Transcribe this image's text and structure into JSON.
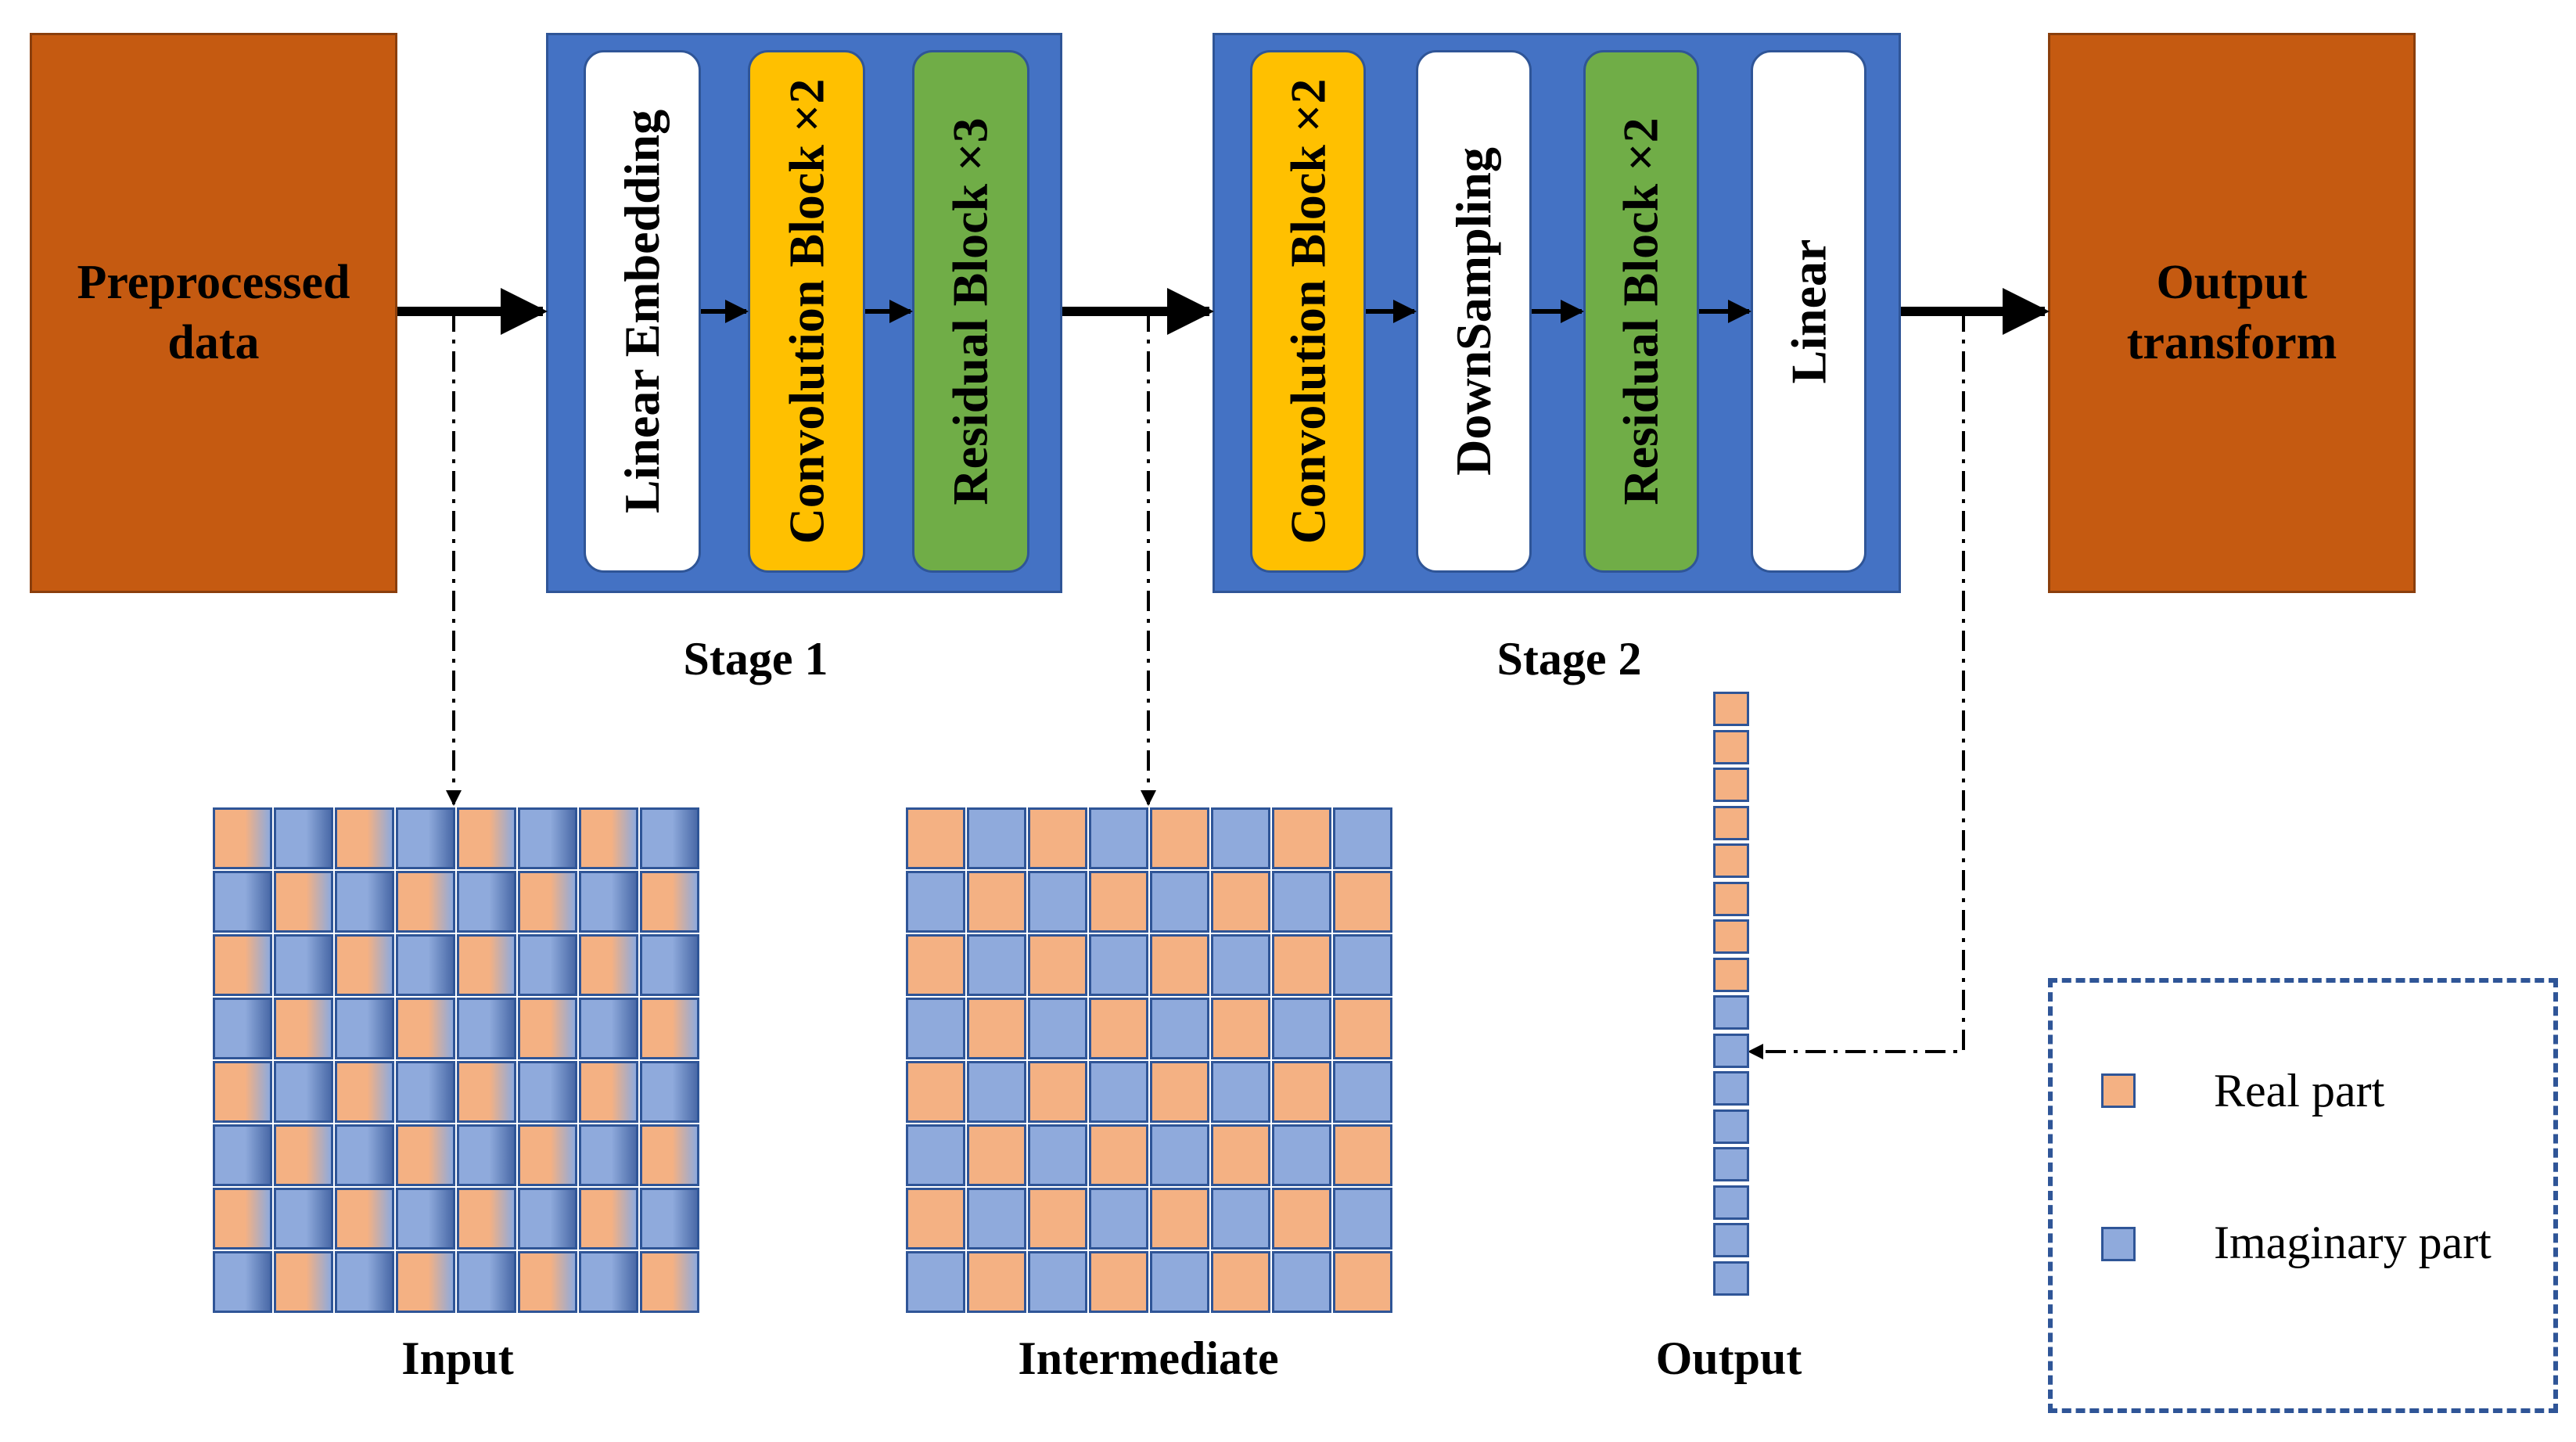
{
  "blocks": {
    "preprocessed": "Preprocessed data",
    "output_transform": "Output transform"
  },
  "stage1": {
    "label": "Stage 1",
    "items": [
      "Linear Embedding",
      "Convolution Block ×2",
      "Residual Block  ×3"
    ]
  },
  "stage2": {
    "label": "Stage 2",
    "items": [
      "Convolution Block ×2",
      "DownSampling",
      "Residual Block  ×2",
      "Linear"
    ]
  },
  "panels": {
    "input": "Input",
    "intermediate": "Intermediate",
    "output": "Output"
  },
  "legend": {
    "real": "Real part",
    "imaginary": "Imaginary part"
  },
  "colors": {
    "orange": "#c55a11",
    "stage_blue": "#4472c4",
    "yellow": "#ffc000",
    "green": "#70ad47",
    "real": "#f4b183",
    "imaginary": "#8faadc",
    "border": "#2f5597"
  }
}
